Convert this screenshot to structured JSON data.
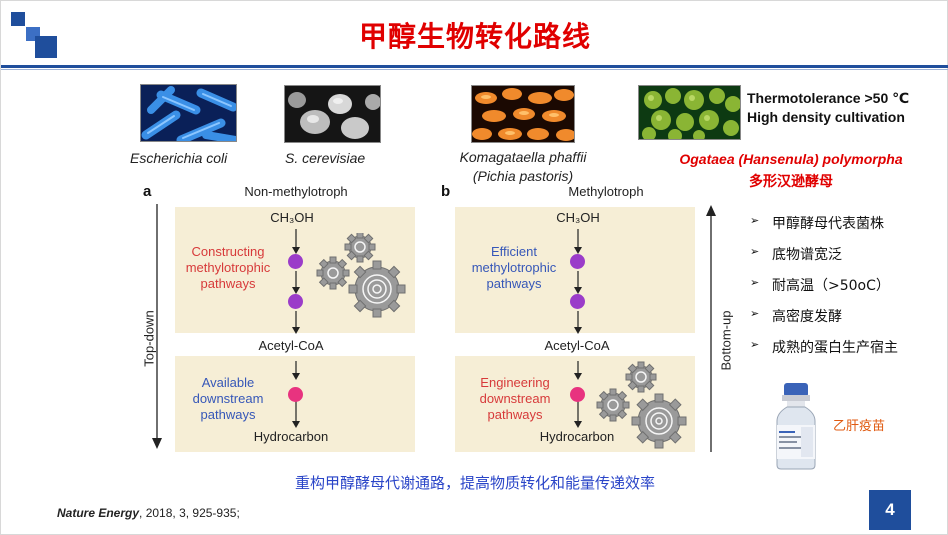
{
  "slide": {
    "title": "甲醇生物转化路线",
    "page_number": "4",
    "accent_color": "#1f4e9c",
    "title_color": "#e00000"
  },
  "organisms": [
    {
      "name": "Escherichia coli"
    },
    {
      "name": "S. cerevisiae"
    },
    {
      "name": "Komagataella phaffii",
      "alt_name": "(Pichia pastoris)"
    },
    {
      "name": "Ogataea (Hansenula) polymorpha",
      "cn_name": "多形汉逊酵母"
    }
  ],
  "ogataea_traits": [
    "Thermotolerance >50 ℃",
    "High density cultivation"
  ],
  "panel_a": {
    "letter": "a",
    "header": "Non-methylotroph",
    "substrate": "CH₃OH",
    "upper_label": [
      "Constructing",
      "methylotrophic",
      "pathways"
    ],
    "intermediate": "Acetyl-CoA",
    "lower_label": [
      "Available",
      "downstream",
      "pathways"
    ],
    "product": "Hydrocarbon",
    "side_label": "Top-down"
  },
  "panel_b": {
    "letter": "b",
    "header": "Methylotroph",
    "substrate": "CH₃OH",
    "upper_label": [
      "Efficient",
      "methylotrophic",
      "pathways"
    ],
    "intermediate": "Acetyl-CoA",
    "lower_label": [
      "Engineering",
      "downstream",
      "pathways"
    ],
    "product": "Hydrocarbon",
    "side_label": "Bottom-up"
  },
  "bullets": [
    "甲醇酵母代表菌株",
    "底物谱宽泛",
    "耐高温（>50oC）",
    "高密度发酵",
    "成熟的蛋白生产宿主"
  ],
  "vaccine_label": "乙肝疫苗",
  "summary": "重构甲醇酵母代谢通路，提高物质转化和能量传递效率",
  "reference": {
    "journal": "Nature Energy",
    "details": ", 2018, 3, 925-935;"
  }
}
